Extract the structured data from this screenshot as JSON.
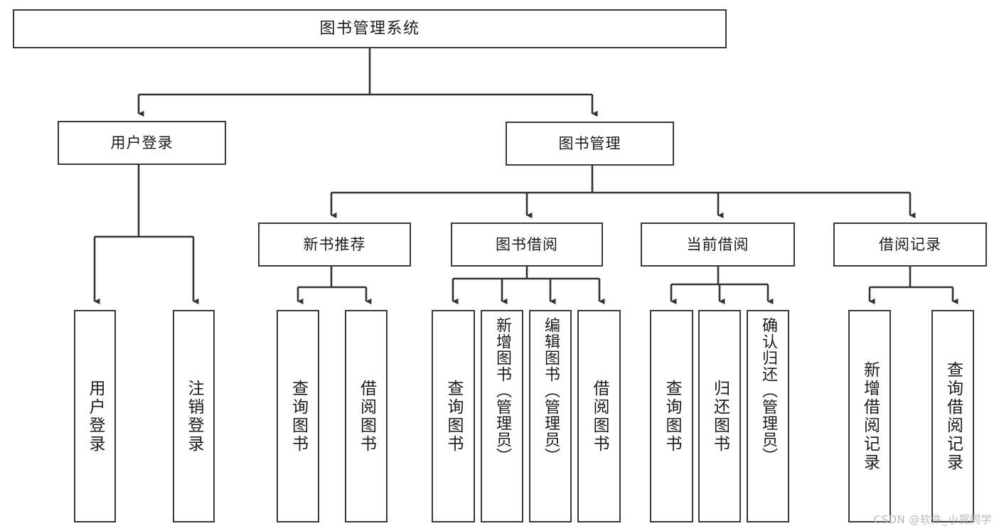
{
  "diagram": {
    "title": "图书管理系统",
    "type": "hierarchy-tree",
    "background_color": "#ffffff",
    "stroke_color": "#3a3a3a",
    "text_color": "#1c1c1c"
  },
  "nodes": {
    "root": {
      "label": "图书管理系统"
    },
    "level1": [
      {
        "label": "用户登录"
      },
      {
        "label": "图书管理"
      }
    ],
    "level2": [
      {
        "label": "新书推荐"
      },
      {
        "label": "图书借阅"
      },
      {
        "label": "当前借阅"
      },
      {
        "label": "借阅记录"
      }
    ],
    "leaves": {
      "user_login": [
        {
          "label": "用户登录"
        },
        {
          "label": "注销登录"
        }
      ],
      "new_book_recommend": [
        {
          "label": "查询图书"
        },
        {
          "label": "借阅图书"
        }
      ],
      "book_borrow": [
        {
          "label": "查询图书"
        },
        {
          "label": "新增图书（管理员）"
        },
        {
          "label": "编辑图书（管理员）"
        },
        {
          "label": "借阅图书"
        }
      ],
      "current_borrow": [
        {
          "label": "查询图书"
        },
        {
          "label": "归还图书"
        },
        {
          "label": "确认归还（管理员）"
        }
      ],
      "borrow_record": [
        {
          "label": "新增借阅记录"
        },
        {
          "label": "查询借阅记录"
        }
      ]
    }
  },
  "watermark": {
    "text": "CSDN @软件_小贺同学"
  }
}
